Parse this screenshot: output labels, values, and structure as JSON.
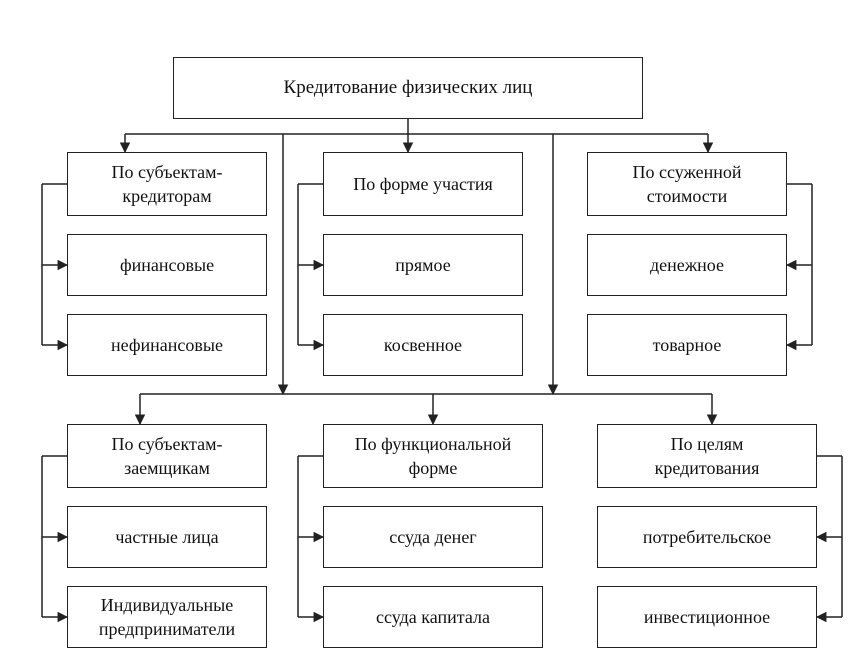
{
  "diagram": {
    "root": "Кредитование физических лиц",
    "groups": [
      {
        "title": [
          "По субъектам-",
          "кредиторам"
        ],
        "items": [
          [
            "финансовые"
          ],
          [
            "нефинансовые"
          ]
        ]
      },
      {
        "title": [
          "По форме участия"
        ],
        "items": [
          [
            "прямое"
          ],
          [
            "косвенное"
          ]
        ]
      },
      {
        "title": [
          "По ссуженной",
          "стоимости"
        ],
        "items": [
          [
            "денежное"
          ],
          [
            "товарное"
          ]
        ]
      },
      {
        "title": [
          "По субъектам-",
          "заемщикам"
        ],
        "items": [
          [
            "частные лица"
          ],
          [
            "Индивидуальные",
            "предприниматели"
          ]
        ]
      },
      {
        "title": [
          "По функциональной",
          "форме"
        ],
        "items": [
          [
            "ссуда денег"
          ],
          [
            "ссуда капитала"
          ]
        ]
      },
      {
        "title": [
          "По целям",
          "кредитования"
        ],
        "items": [
          [
            "потребительское"
          ],
          [
            "инвестиционное"
          ]
        ]
      }
    ]
  }
}
